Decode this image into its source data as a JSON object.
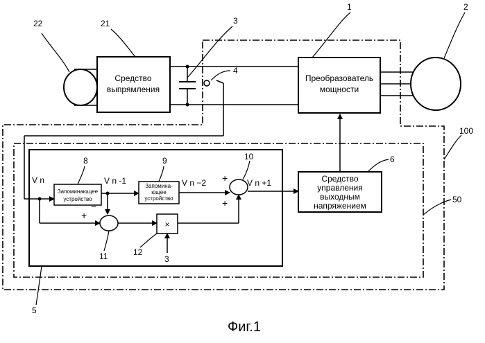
{
  "blocks": {
    "rectifier": [
      "Средство",
      "выпрямления"
    ],
    "converter": [
      "Преобразователь",
      "мощности"
    ],
    "memory1": [
      "Запоминающее",
      "устройство"
    ],
    "memory2": [
      "Запомина-",
      "ющее",
      "устройство"
    ],
    "voltage_control": [
      "Средство",
      "управления",
      "выходным",
      "напряжением"
    ],
    "multiplier": "×"
  },
  "signals": {
    "vn": "V n",
    "vn1": "V n -1",
    "vn2": "V n −2",
    "vnp1": "V n +1"
  },
  "signs": {
    "plus_top": "+",
    "plus_bottom": "+",
    "plus_left": "+",
    "minus": "−"
  },
  "refs": {
    "r1": "1",
    "r2": "2",
    "r3": "3",
    "r3b": "3",
    "r4": "4",
    "r5": "5",
    "r6": "6",
    "r8": "8",
    "r9": "9",
    "r10": "10",
    "r11": "11",
    "r12": "12",
    "r21": "21",
    "r22": "22",
    "r50": "50",
    "r100": "100"
  },
  "caption": "Фиг.1"
}
